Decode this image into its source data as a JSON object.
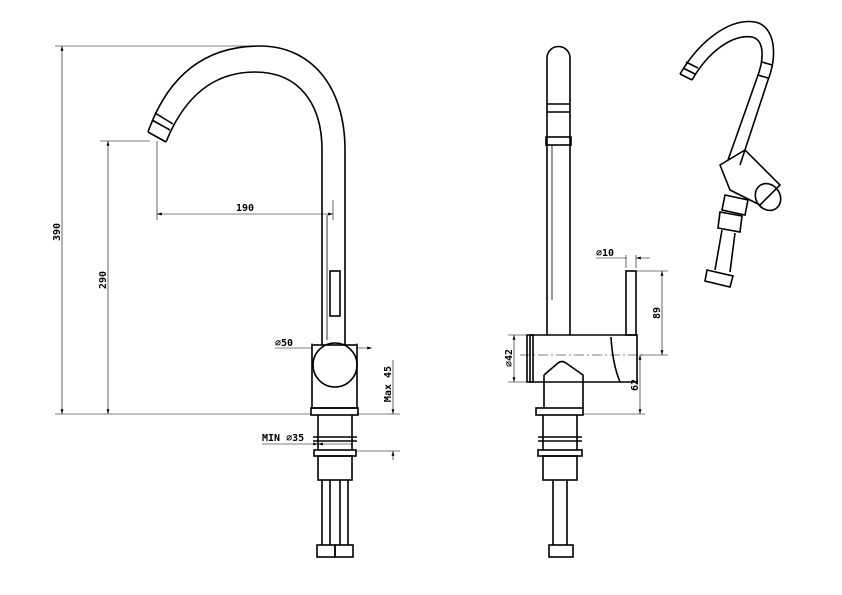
{
  "drawing": {
    "title": "Kitchen faucet technical drawing",
    "front_view": {
      "total_height": "390",
      "spout_height": "290",
      "spout_reach": "190",
      "body_diameter": "∅50",
      "max_counter_thickness": "Max 45",
      "min_hole_diameter": "MIN ∅35"
    },
    "side_view": {
      "lever_diameter": "∅10",
      "lever_height": "89",
      "body_diameter": "∅42",
      "axis_height": "62"
    }
  }
}
